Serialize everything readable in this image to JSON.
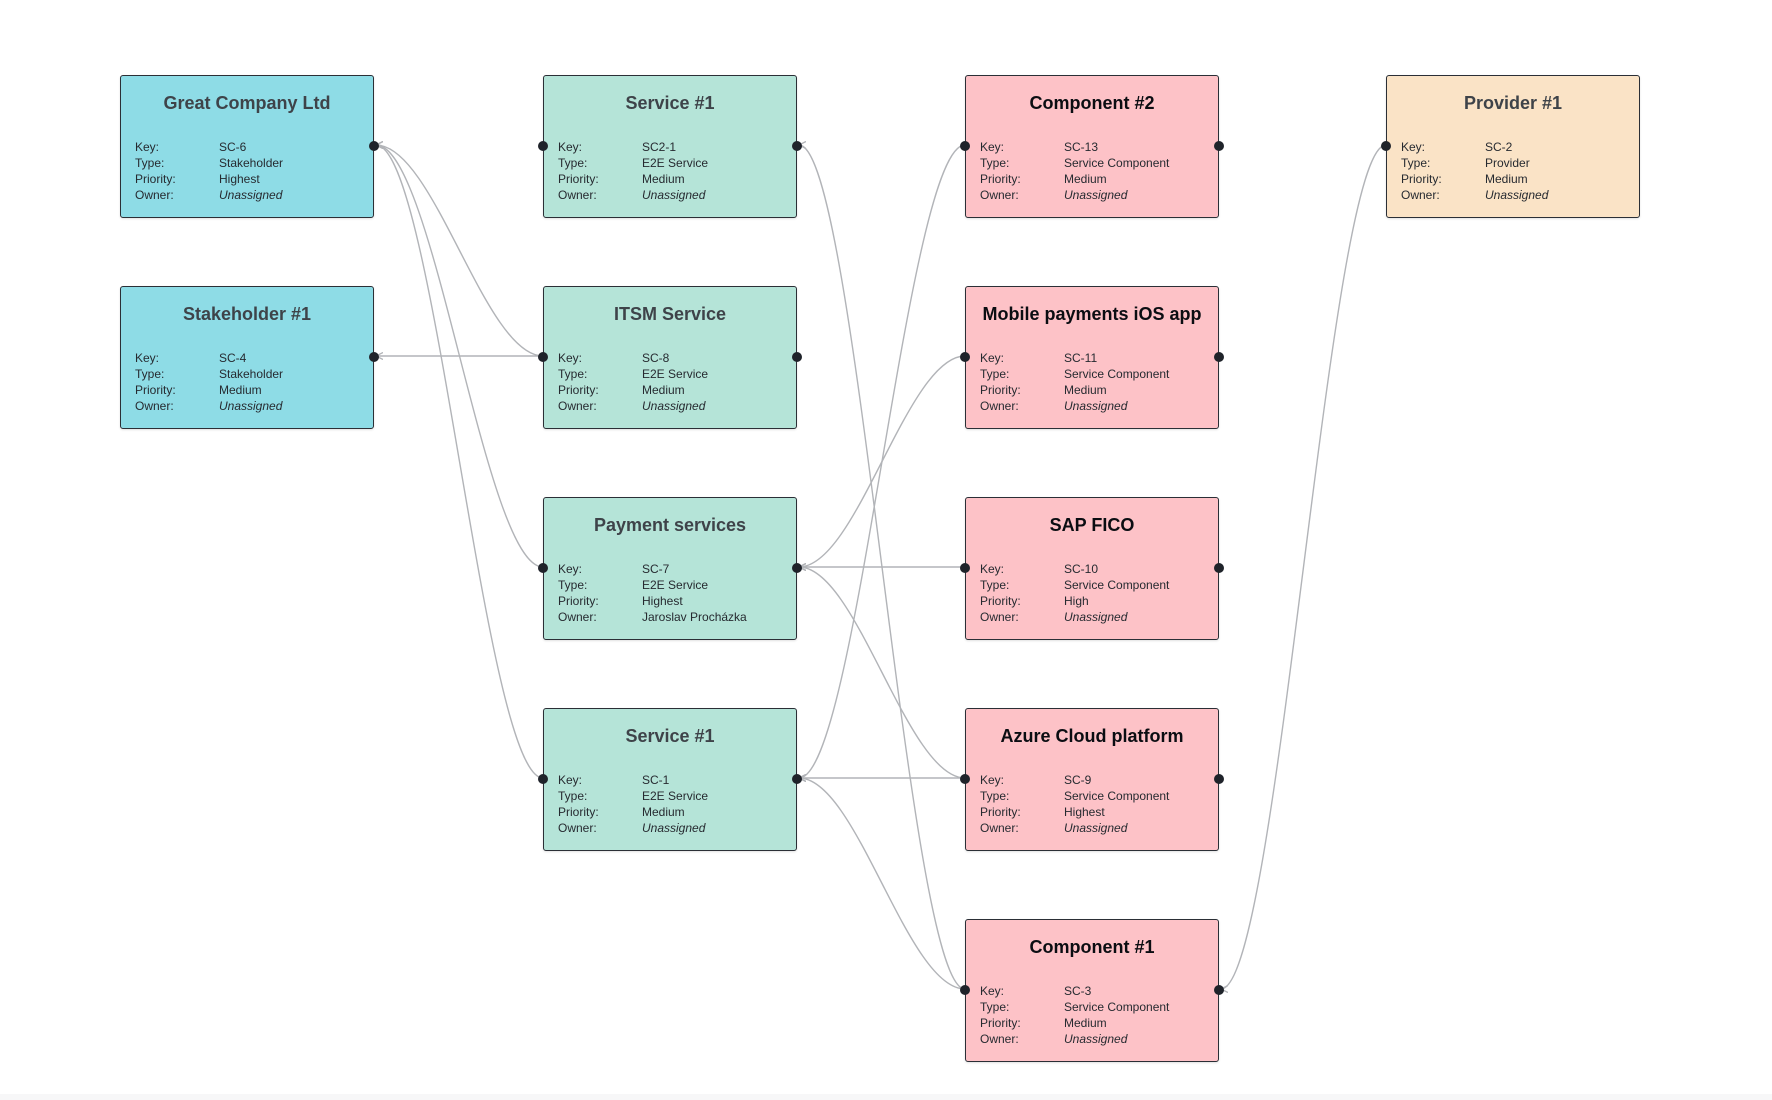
{
  "colors": {
    "stakeholder": "#8edce6",
    "service": "#b5e4d8",
    "component": "#fdc2c7",
    "provider": "#fae3c6",
    "edge": "#b2b4b8",
    "port": "#1f232a"
  },
  "field_labels": {
    "key": "Key:",
    "type": "Type:",
    "priority": "Priority:",
    "owner": "Owner:"
  },
  "nodes": [
    {
      "id": "great-company",
      "kind": "stakeholder",
      "title": "Great Company Ltd",
      "key": "SC-6",
      "type": "Stakeholder",
      "priority": "Highest",
      "owner": "Unassigned",
      "owner_unassigned": true,
      "emphasis": "dim",
      "ports": [
        "right"
      ]
    },
    {
      "id": "stakeholder-1",
      "kind": "stakeholder",
      "title": "Stakeholder #1",
      "key": "SC-4",
      "type": "Stakeholder",
      "priority": "Medium",
      "owner": "Unassigned",
      "owner_unassigned": true,
      "emphasis": "dim",
      "ports": [
        "right"
      ]
    },
    {
      "id": "service-1-sc2-1",
      "kind": "service",
      "title": "Service #1",
      "key": "SC2-1",
      "type": "E2E Service",
      "priority": "Medium",
      "owner": "Unassigned",
      "owner_unassigned": true,
      "emphasis": "dim",
      "ports": [
        "left",
        "right"
      ]
    },
    {
      "id": "itsm-service",
      "kind": "service",
      "title": "ITSM Service",
      "key": "SC-8",
      "type": "E2E Service",
      "priority": "Medium",
      "owner": "Unassigned",
      "owner_unassigned": true,
      "emphasis": "dim",
      "ports": [
        "left",
        "right"
      ]
    },
    {
      "id": "payment-services",
      "kind": "service",
      "title": "Payment services",
      "key": "SC-7",
      "type": "E2E Service",
      "priority": "Highest",
      "owner": "Jaroslav Procházka",
      "owner_unassigned": false,
      "emphasis": "dim",
      "ports": [
        "left",
        "right"
      ]
    },
    {
      "id": "service-1-sc-1",
      "kind": "service",
      "title": "Service #1",
      "key": "SC-1",
      "type": "E2E Service",
      "priority": "Medium",
      "owner": "Unassigned",
      "owner_unassigned": true,
      "emphasis": "dim",
      "ports": [
        "left",
        "right"
      ]
    },
    {
      "id": "component-2",
      "kind": "component",
      "title": "Component #2",
      "key": "SC-13",
      "type": "Service Component",
      "priority": "Medium",
      "owner": "Unassigned",
      "owner_unassigned": true,
      "emphasis": "hi",
      "ports": [
        "left",
        "right"
      ]
    },
    {
      "id": "mobile-payments",
      "kind": "component",
      "title": "Mobile payments iOS app",
      "key": "SC-11",
      "type": "Service Component",
      "priority": "Medium",
      "owner": "Unassigned",
      "owner_unassigned": true,
      "emphasis": "hi",
      "ports": [
        "left",
        "right"
      ]
    },
    {
      "id": "sap-fico",
      "kind": "component",
      "title": "SAP FICO",
      "key": "SC-10",
      "type": "Service Component",
      "priority": "High",
      "owner": "Unassigned",
      "owner_unassigned": true,
      "emphasis": "hi",
      "ports": [
        "left",
        "right"
      ]
    },
    {
      "id": "azure-cloud",
      "kind": "component",
      "title": "Azure Cloud platform",
      "key": "SC-9",
      "type": "Service Component",
      "priority": "Highest",
      "owner": "Unassigned",
      "owner_unassigned": true,
      "emphasis": "hi",
      "ports": [
        "left",
        "right"
      ]
    },
    {
      "id": "component-1",
      "kind": "component",
      "title": "Component #1",
      "key": "SC-3",
      "type": "Service Component",
      "priority": "Medium",
      "owner": "Unassigned",
      "owner_unassigned": true,
      "emphasis": "hi",
      "ports": [
        "left",
        "right"
      ]
    },
    {
      "id": "provider-1",
      "kind": "provider",
      "title": "Provider #1",
      "key": "SC-2",
      "type": "Provider",
      "priority": "Medium",
      "owner": "Unassigned",
      "owner_unassigned": true,
      "emphasis": "dim",
      "ports": [
        "left"
      ]
    }
  ],
  "edges": [
    {
      "from": "itsm-service",
      "to": "great-company"
    },
    {
      "from": "payment-services",
      "to": "great-company"
    },
    {
      "from": "service-1-sc-1",
      "to": "great-company"
    },
    {
      "from": "itsm-service",
      "to": "stakeholder-1"
    },
    {
      "from": "component-2",
      "to": "service-1-sc-1"
    },
    {
      "from": "mobile-payments",
      "to": "payment-services"
    },
    {
      "from": "sap-fico",
      "to": "payment-services"
    },
    {
      "from": "azure-cloud",
      "to": "payment-services"
    },
    {
      "from": "azure-cloud",
      "to": "service-1-sc-1"
    },
    {
      "from": "component-1",
      "to": "service-1-sc-1"
    },
    {
      "from": "component-1",
      "to": "service-1-sc2-1"
    },
    {
      "from": "provider-1",
      "to": "component-1"
    }
  ]
}
